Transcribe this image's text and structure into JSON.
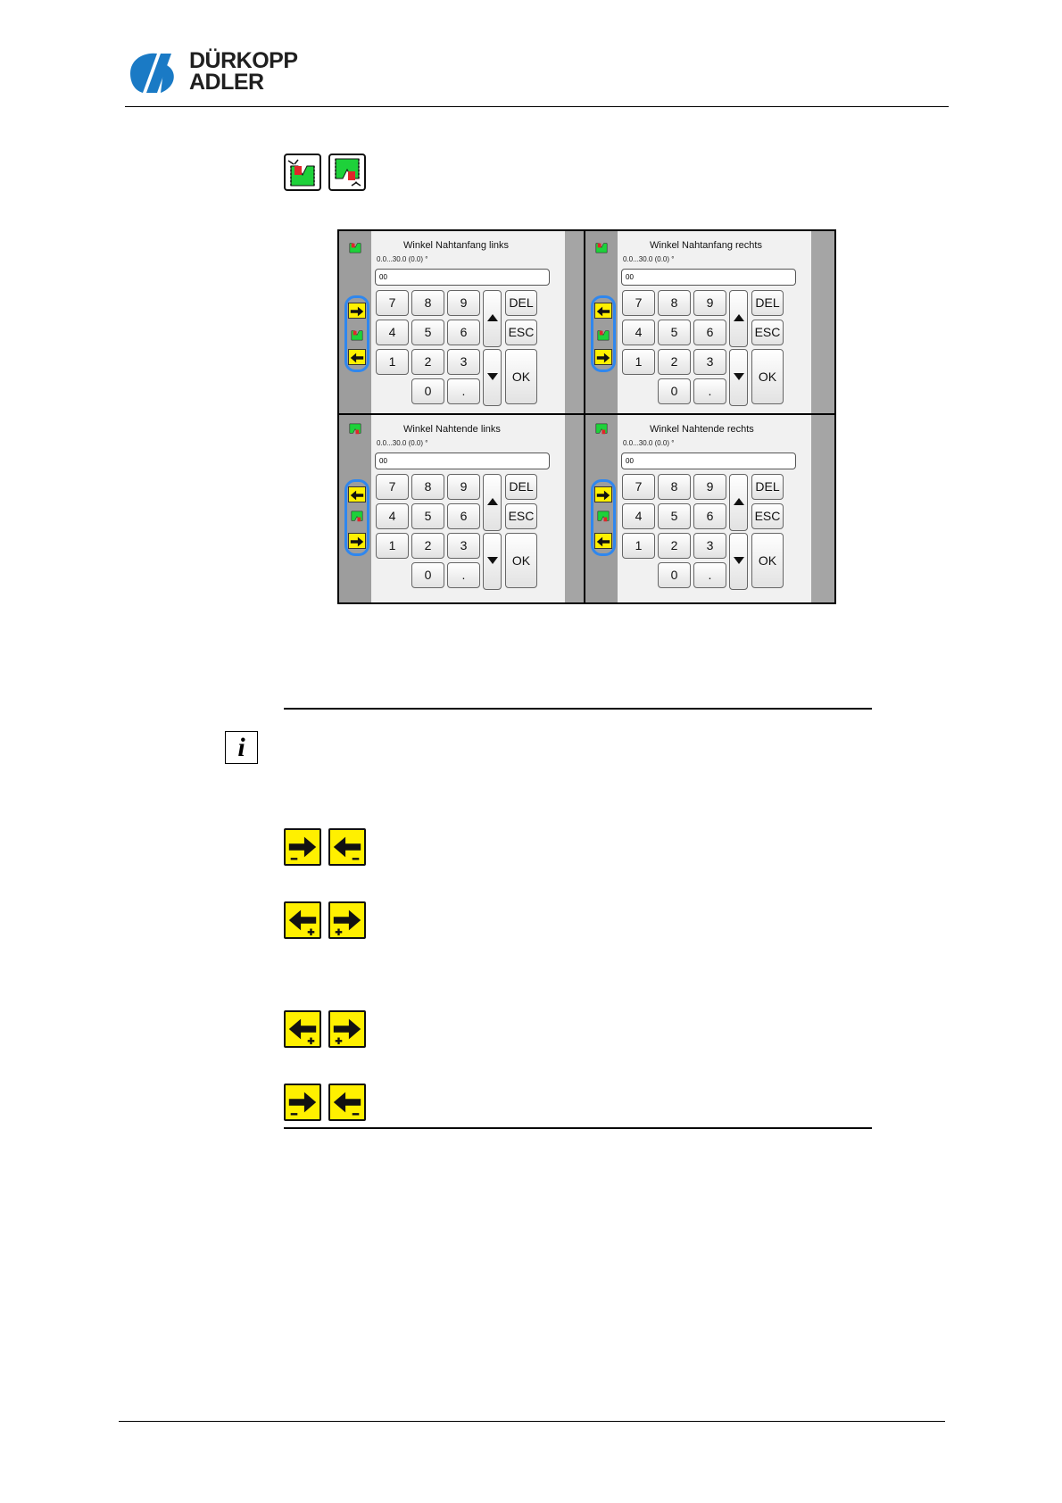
{
  "brand": {
    "line1": "DÜRKOPP",
    "line2": "ADLER",
    "color": "#1a7ac5"
  },
  "top_icons": [
    "seam-angle-start-icon",
    "seam-angle-end-icon"
  ],
  "screens": [
    {
      "title": "Winkel Nahtanfang links",
      "range": "0.0...30.0 (0.0) °",
      "value": "00",
      "side_buttons": [
        "arrow-right-icon",
        "seam-start-icon",
        "arrow-left-icon"
      ]
    },
    {
      "title": "Winkel Nahtanfang rechts",
      "range": "0.0...30.0 (0.0) °",
      "value": "00",
      "side_buttons": [
        "arrow-left-icon",
        "seam-start-icon",
        "arrow-right-icon"
      ]
    },
    {
      "title": "Winkel Nahtende links",
      "range": "0.0...30.0 (0.0) °",
      "value": "00",
      "side_buttons": [
        "arrow-left-icon",
        "seam-end-icon",
        "arrow-right-icon"
      ]
    },
    {
      "title": "Winkel Nahtende rechts",
      "range": "0.0...30.0 (0.0) °",
      "value": "00",
      "side_buttons": [
        "arrow-right-icon",
        "seam-end-icon",
        "arrow-left-icon"
      ]
    }
  ],
  "keypad": {
    "digits": [
      "7",
      "8",
      "9",
      "4",
      "5",
      "6",
      "1",
      "2",
      "3",
      "0",
      "."
    ],
    "del": "DEL",
    "esc": "ESC",
    "ok": "OK"
  },
  "info_icon": "i",
  "icon_pairs": [
    [
      "arrow-right-minus-icon",
      "arrow-left-minus-icon"
    ],
    [
      "arrow-left-plus-icon",
      "arrow-right-plus-icon"
    ],
    [
      "arrow-left-plus-icon",
      "arrow-right-plus-icon"
    ],
    [
      "arrow-right-minus-icon",
      "arrow-left-minus-icon"
    ]
  ],
  "colors": {
    "yellow": "#fff000",
    "highlight_ring": "#2f87ee",
    "seam_green": "#1ed13a",
    "seam_red": "#e0262a"
  }
}
